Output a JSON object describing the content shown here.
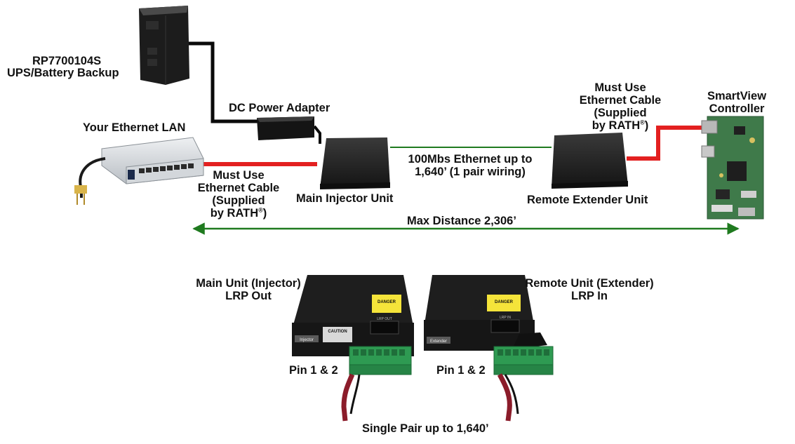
{
  "labels": {
    "ups_model": "RP7700104S",
    "ups_desc": "UPS/Battery Backup",
    "dc_adapter": "DC Power Adapter",
    "ethernet_lan": "Your Ethernet LAN",
    "must_use_left_1": "Must Use",
    "must_use_left_2": "Ethernet Cable",
    "must_use_left_3": "(Supplied",
    "must_use_left_4": "by RATH",
    "main_injector": "Main Injector Unit",
    "ethernet_100_1": "100Mbs Ethernet up to",
    "ethernet_100_2": "1,640’ (1 pair wiring)",
    "must_use_right_1": "Must Use",
    "must_use_right_2": "Ethernet Cable",
    "must_use_right_3": "(Supplied",
    "must_use_right_4": "by RATH",
    "registered": "®",
    "remote_extender": "Remote Extender Unit",
    "smartview_1": "SmartView",
    "smartview_2": "Controller",
    "max_distance": "Max Distance 2,306’",
    "main_unit_1": "Main Unit (Injector)",
    "main_unit_2": "LRP Out",
    "remote_unit_1": "Remote Unit (Extender)",
    "remote_unit_2": "LRP In",
    "pin_left": "Pin 1 & 2",
    "pin_right": "Pin 1 & 2",
    "single_pair": "Single Pair up to 1,640’"
  },
  "device_text": {
    "danger": "DANGER",
    "caution": "CAUTION",
    "injector_tag": "Injector",
    "extender_tag": "Extender",
    "lrp_out": "LRP OUT",
    "lrp_in": "LRP IN"
  },
  "colors": {
    "red_cable": "#e32020",
    "green_line": "#1f7a1f",
    "black_cable": "#0a0a0a",
    "device_black": "#1b1b1b",
    "terminal_green": "#2e9a52",
    "warning_yellow": "#f5e43a",
    "board_green": "#3f7a4a"
  }
}
